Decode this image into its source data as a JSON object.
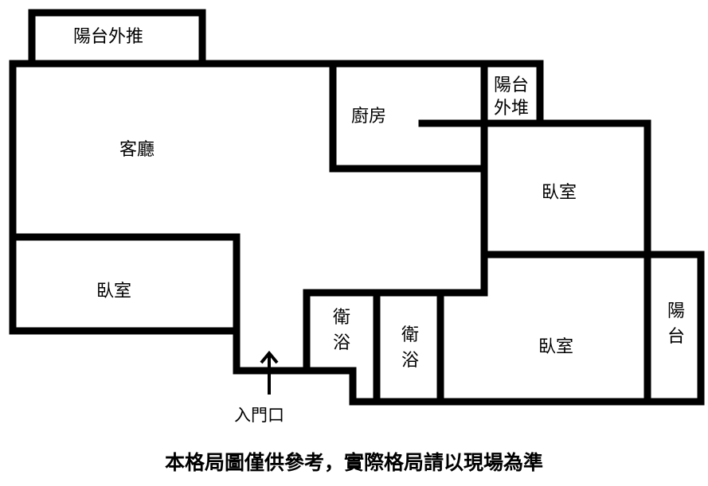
{
  "rooms": {
    "balcony_ext_top": "陽台外推",
    "living_room": "客廳",
    "kitchen": "廚房",
    "balcony_ext_small_line1": "陽台",
    "balcony_ext_small_line2": "外堆",
    "bedroom_upper_right": "臥室",
    "bedroom_left": "臥室",
    "bath1_line1": "衛",
    "bath1_line2": "浴",
    "bath2_line1": "衛",
    "bath2_line2": "浴",
    "bedroom_lower_right": "臥室",
    "balcony_right_line1": "陽",
    "balcony_right_line2": "台"
  },
  "entrance": "入門口",
  "caption": "本格局圖僅供參考，實際格局請以現場為準",
  "colors": {
    "wall": "#000000",
    "background": "#ffffff"
  }
}
